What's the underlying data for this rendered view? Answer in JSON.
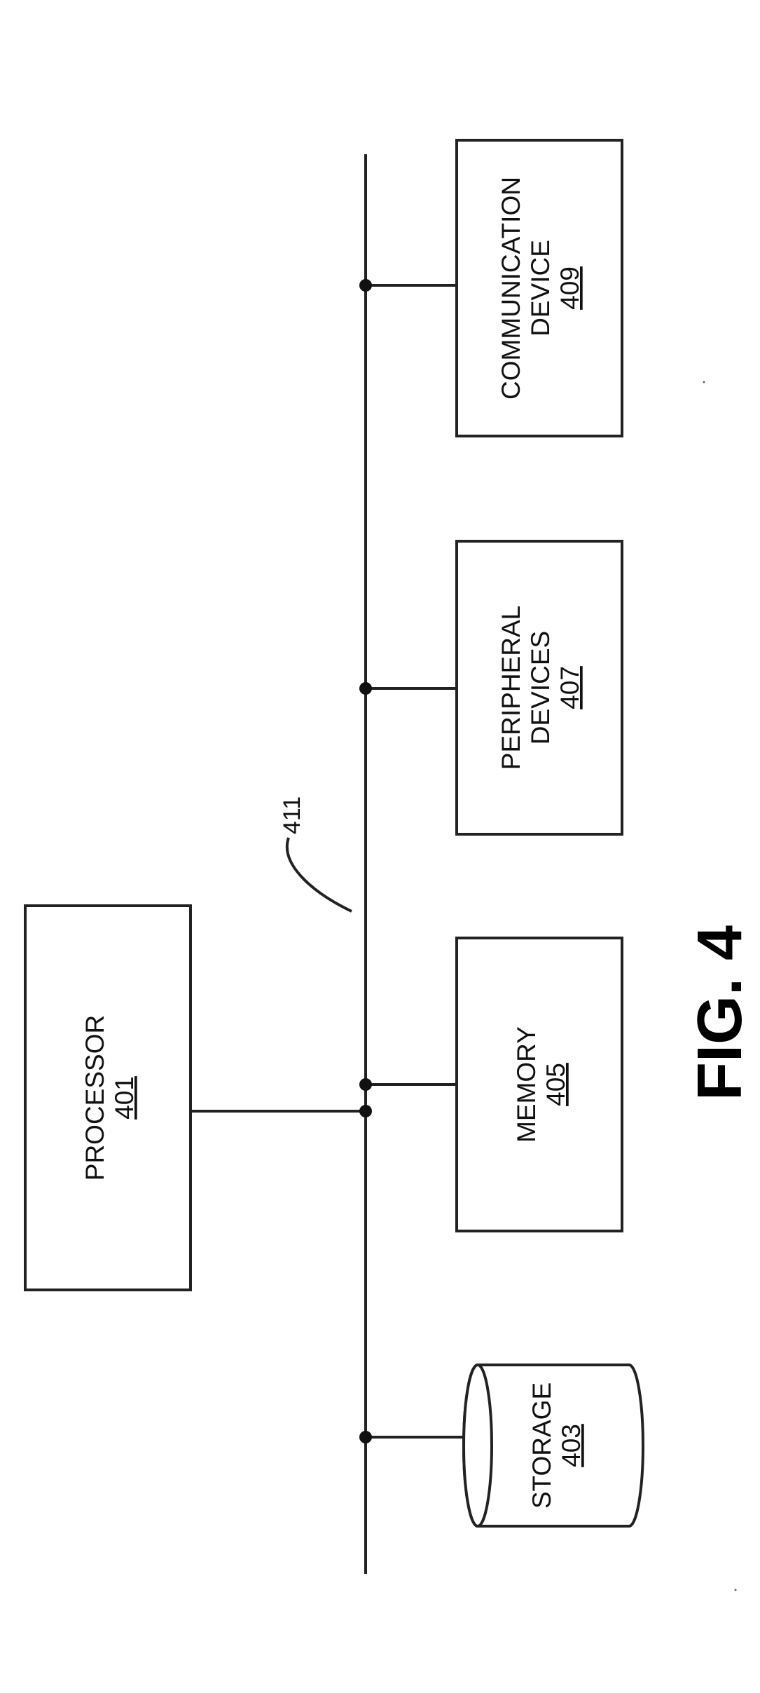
{
  "figure_label": "FIG. 4",
  "bus": {
    "ref": "411"
  },
  "components": {
    "communication": {
      "line1": "COMMUNICATION",
      "line2": "DEVICE",
      "ref": "409"
    },
    "peripheral": {
      "line1": "PERIPHERAL",
      "line2": "DEVICES",
      "ref": "407"
    },
    "memory": {
      "line1": "MEMORY",
      "ref": "405"
    },
    "processor": {
      "line1": "PROCESSOR",
      "ref": "401"
    },
    "storage": {
      "line1": "STORAGE",
      "ref": "403"
    }
  }
}
